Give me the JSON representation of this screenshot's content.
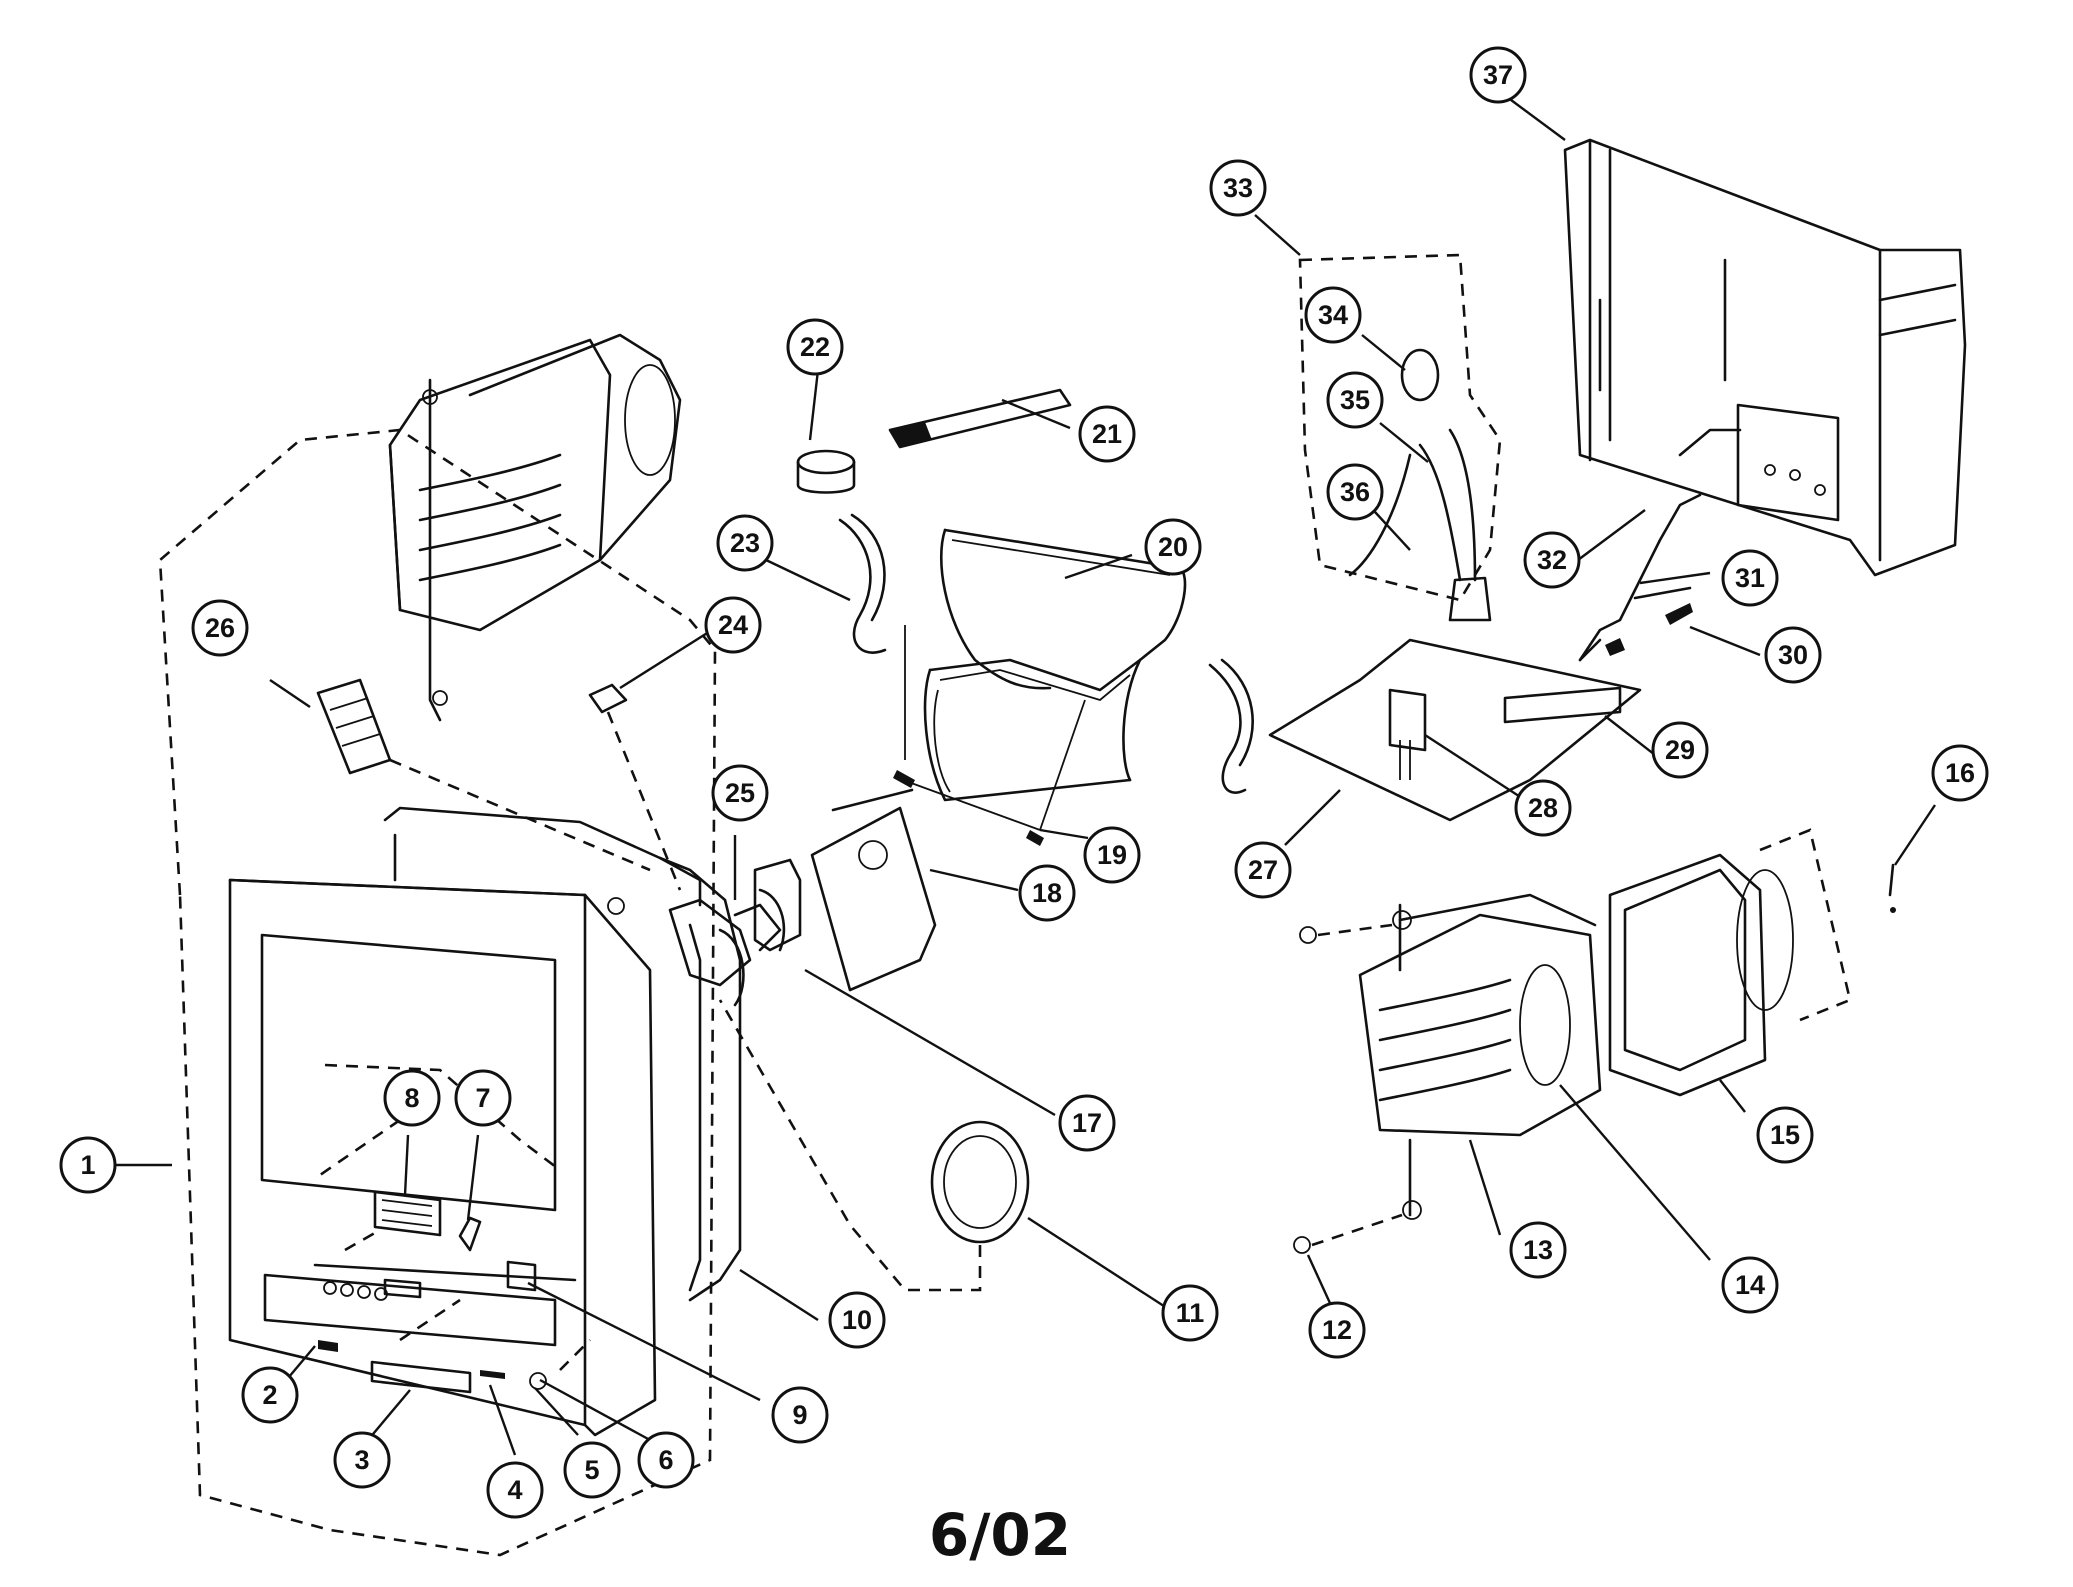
{
  "caption": "6/02",
  "callouts": [
    {
      "n": "1"
    },
    {
      "n": "2"
    },
    {
      "n": "3"
    },
    {
      "n": "4"
    },
    {
      "n": "5"
    },
    {
      "n": "6"
    },
    {
      "n": "7"
    },
    {
      "n": "8"
    },
    {
      "n": "9"
    },
    {
      "n": "10"
    },
    {
      "n": "11"
    },
    {
      "n": "12"
    },
    {
      "n": "13"
    },
    {
      "n": "14"
    },
    {
      "n": "15"
    },
    {
      "n": "16"
    },
    {
      "n": "17"
    },
    {
      "n": "18"
    },
    {
      "n": "19"
    },
    {
      "n": "20"
    },
    {
      "n": "21"
    },
    {
      "n": "22"
    },
    {
      "n": "23"
    },
    {
      "n": "24"
    },
    {
      "n": "25"
    },
    {
      "n": "26"
    },
    {
      "n": "27"
    },
    {
      "n": "28"
    },
    {
      "n": "29"
    },
    {
      "n": "30"
    },
    {
      "n": "31"
    },
    {
      "n": "32"
    },
    {
      "n": "33"
    },
    {
      "n": "34"
    },
    {
      "n": "35"
    },
    {
      "n": "36"
    },
    {
      "n": "37"
    }
  ]
}
